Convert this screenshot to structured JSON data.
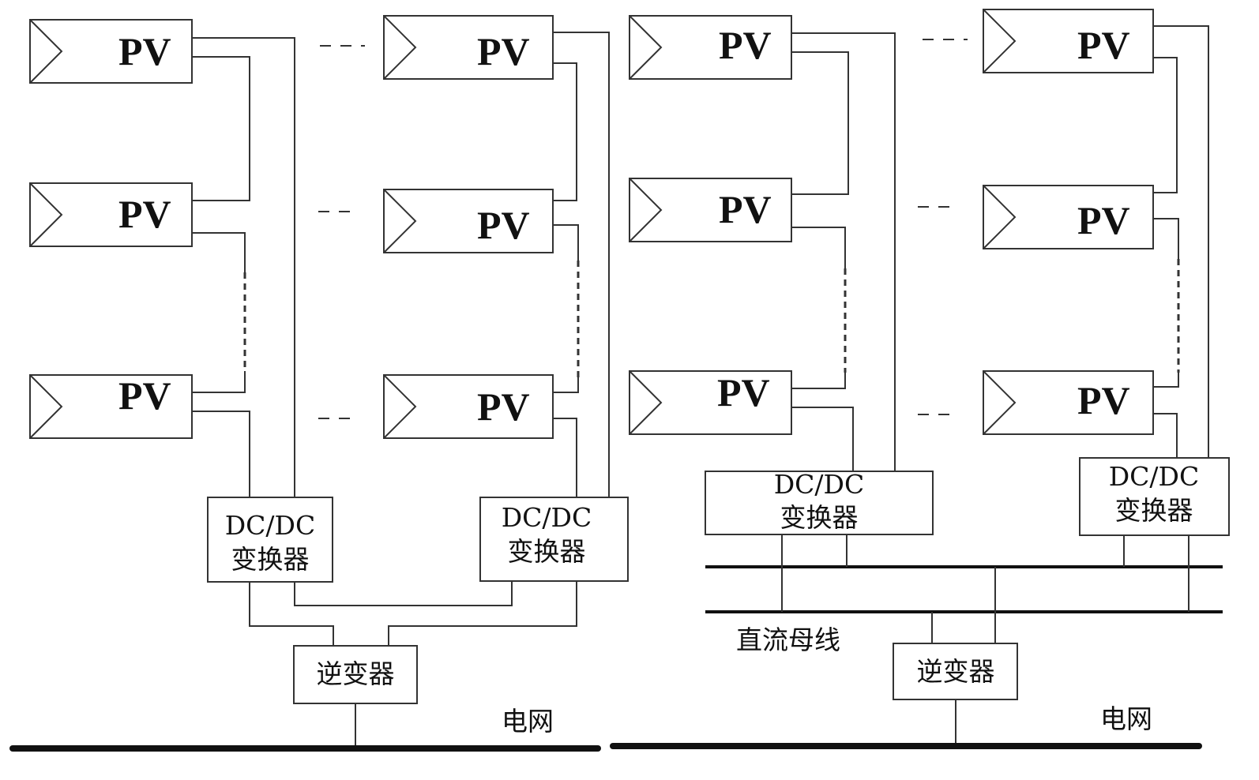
{
  "labels": {
    "pv": "PV",
    "dcdc_line1": "DC/DC",
    "dcdc_line2": "变换器",
    "inverter": "逆变器",
    "grid": "电网",
    "dc_bus": "直流母线"
  }
}
